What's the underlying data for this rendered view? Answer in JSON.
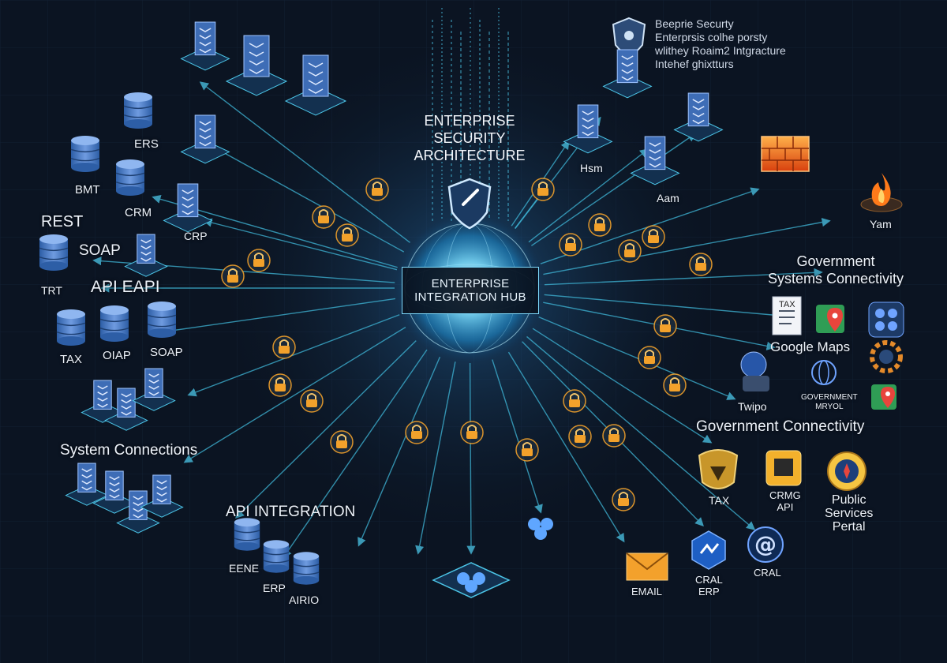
{
  "diagram": {
    "title": [
      "ENTERPRISE",
      "SECURITY",
      "ARCHITECTURE"
    ],
    "hub": [
      "ENTERPRISE",
      "INTEGRATION HUB"
    ],
    "legend": [
      "Beeprie Securty",
      "Enterprsis colhe porsty",
      "wlithey Roaim2 Intgracture",
      "Intehef ghixtturs"
    ],
    "left_labels": {
      "ers": "ERS",
      "bmt": "BMT",
      "crm": "CRM",
      "crp": "CRP",
      "rest": "REST",
      "soap": "SOAP",
      "trt": "TRT",
      "api_eapi": "API EAPI",
      "tax": "TAX",
      "oiap": "OIAP",
      "soap2": "SOAP",
      "system_connections": "System Connections",
      "api_integration": "API INTEGRATION",
      "eene": "EENE",
      "erp": "ERP",
      "airio": "AIRIO"
    },
    "right_labels": {
      "hsm": "Hsm",
      "aam": "Aam",
      "yam": "Yam",
      "gov_systems": [
        "Government",
        "Systems Connectivity"
      ],
      "tax_doc": "TAX",
      "google_maps": "Google Maps",
      "twipo": "Twipo",
      "gov_mryol": [
        "GOVERNMENT",
        "MRYOL"
      ],
      "gov_connectivity": "Government Connectivity",
      "tax2": "TAX",
      "crmg_api": [
        "CRMG",
        "API"
      ],
      "public_services": [
        "Public",
        "Services",
        "Pertal"
      ],
      "email": "EMAIL",
      "cral_erp": [
        "CRAL",
        "ERP"
      ],
      "cral": "CRAL"
    },
    "colors": {
      "background": "#0b1422",
      "glow": "#59d4ff",
      "line": "#3fb7d8",
      "node_blue": "#3f6fb8",
      "lock_orange": "#f2a12b",
      "firewall": "#ff6a1f"
    },
    "icons": [
      "shield-icon",
      "database-icon",
      "server-icon",
      "lock-icon",
      "firewall-icon",
      "fire-icon",
      "email-icon",
      "at-icon",
      "maps-pin-icon",
      "document-icon"
    ]
  }
}
